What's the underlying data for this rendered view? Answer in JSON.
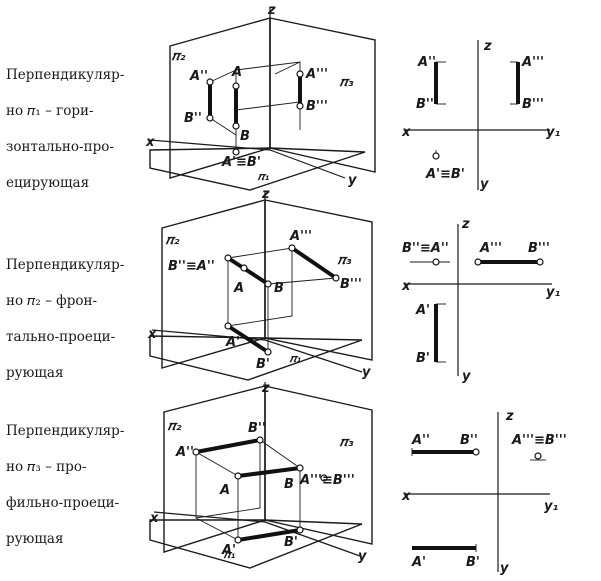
{
  "rows": [
    {
      "caption_lines": [
        "Перпендикуляр-",
        "но 𝜋₁ – гори-",
        "зонтально-про-",
        "ецирующая"
      ],
      "diagram": {
        "plane_labels": [
          "𝜋₂",
          "𝜋₃",
          "𝜋₁"
        ],
        "axis_labels": [
          "z",
          "x",
          "y"
        ],
        "point_labels": [
          "A",
          "A''",
          "A'''",
          "B",
          "B''",
          "B'''",
          "A'≡B'"
        ]
      },
      "epure": {
        "axis_labels": [
          "z",
          "x",
          "y₁",
          "y"
        ],
        "point_labels": [
          "A''",
          "B''",
          "A'''",
          "B'''",
          "A'≡B'"
        ]
      }
    },
    {
      "caption_lines": [
        "Перпендикуляр-",
        "но 𝜋₂ – фрон-",
        "тально-проеци-",
        "рующая"
      ],
      "diagram": {
        "plane_labels": [
          "𝜋₂",
          "𝜋₃",
          "𝜋₁"
        ],
        "axis_labels": [
          "z",
          "x",
          "y"
        ],
        "point_labels": [
          "B''≡A''",
          "A'''",
          "A",
          "B",
          "B'''",
          "A'",
          "B'"
        ]
      },
      "epure": {
        "axis_labels": [
          "z",
          "x",
          "y₁",
          "y"
        ],
        "point_labels": [
          "B''≡A''",
          "A'''",
          "B'''",
          "A'",
          "B'"
        ]
      }
    },
    {
      "caption_lines": [
        "Перпендикуляр-",
        "но 𝜋₃ – про-",
        "фильно-проеци-",
        "рующая"
      ],
      "diagram": {
        "plane_labels": [
          "𝜋₂",
          "𝜋₃",
          "𝜋₁"
        ],
        "axis_labels": [
          "z",
          "x",
          "y"
        ],
        "point_labels": [
          "B''",
          "A''",
          "A'''≡B'''",
          "A",
          "B",
          "A'",
          "B'"
        ]
      },
      "epure": {
        "axis_labels": [
          "z",
          "x",
          "y₁",
          "y"
        ],
        "point_labels": [
          "A''",
          "B''",
          "A'''≡B'''",
          "A'",
          "B'"
        ]
      }
    }
  ]
}
